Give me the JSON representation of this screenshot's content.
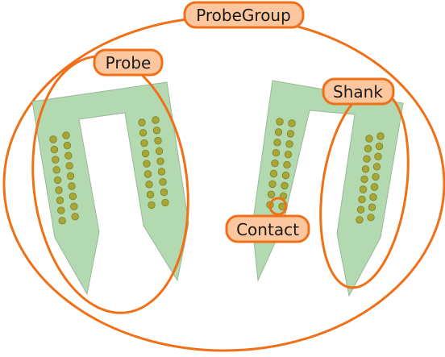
{
  "labels": {
    "probe_group": "ProbeGroup",
    "probe": "Probe",
    "shank": "Shank",
    "contact": "Contact"
  },
  "colors": {
    "outline": "#f07018",
    "label_fill": "#fcc79e",
    "shank_fill": "#b3d9b0",
    "shank_stroke": "#9ab89a",
    "contact_fill": "#a7a736",
    "contact_stroke": "#7f7f22"
  }
}
